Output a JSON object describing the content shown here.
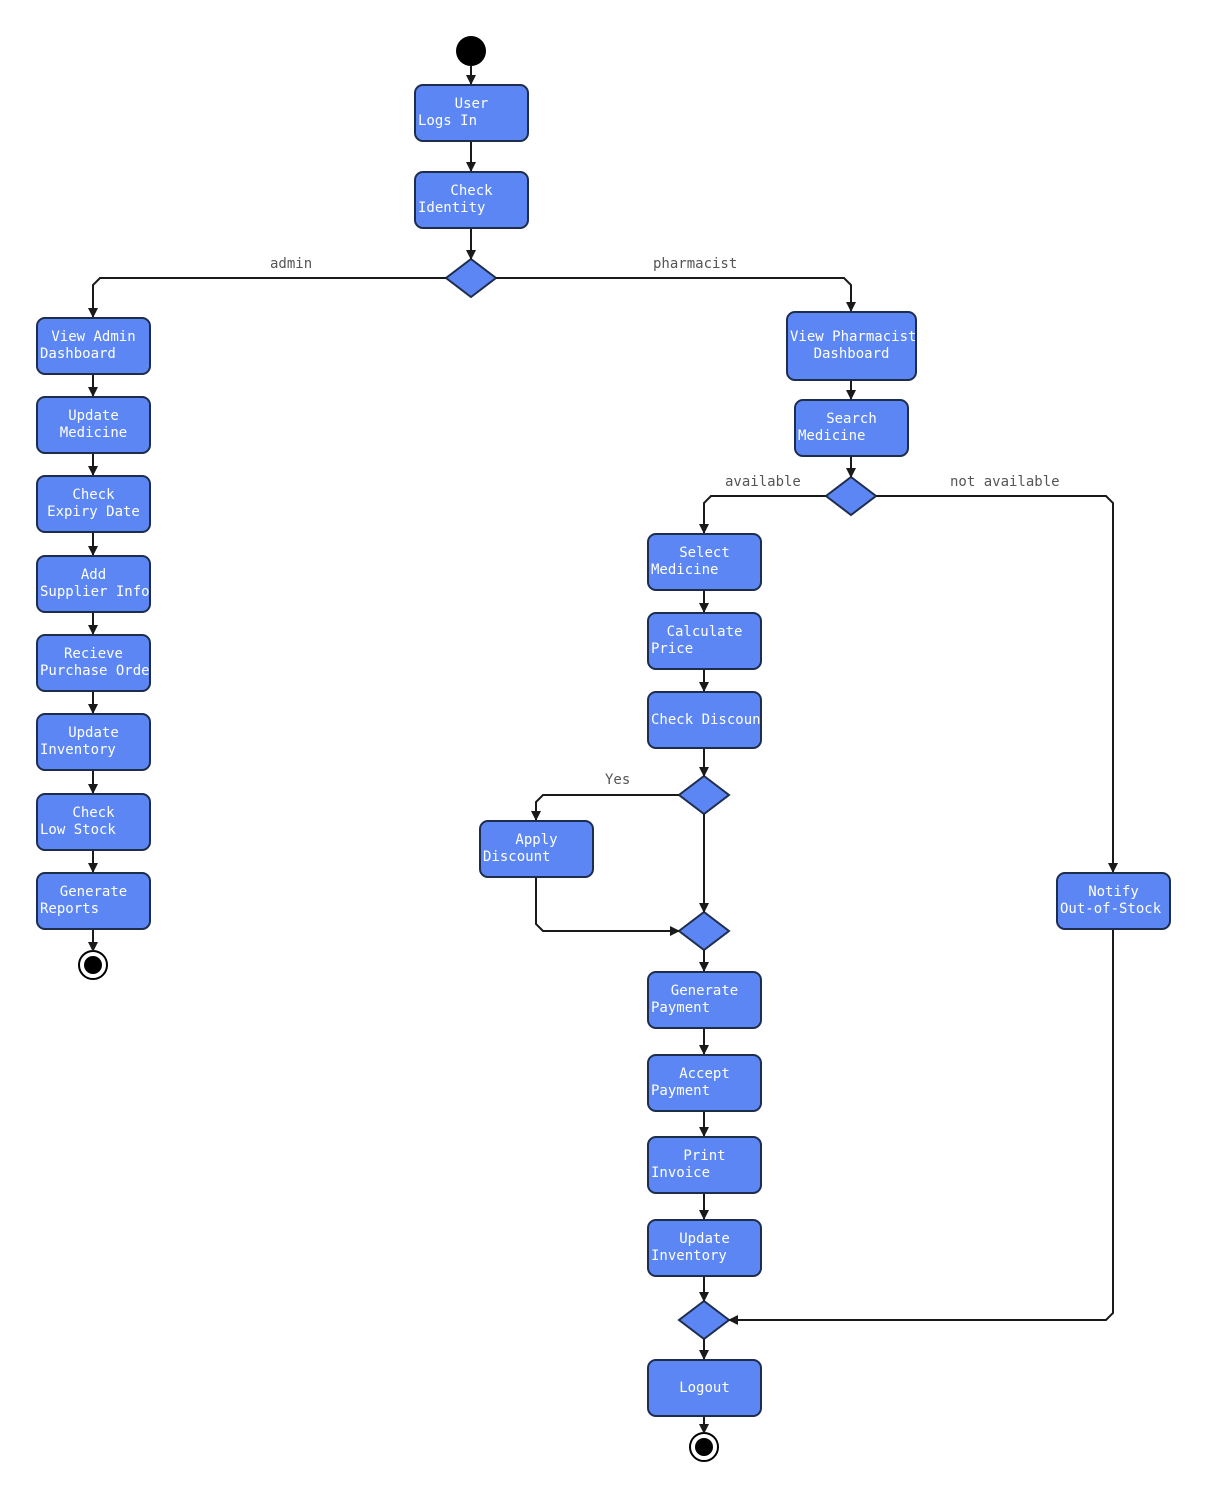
{
  "colors": {
    "node_fill": "#5b86f4",
    "node_border": "#1f2d4d",
    "edge": "#1a1a1a",
    "label": "#555555"
  },
  "nodes": {
    "user_logs_in": [
      "User",
      "Logs In"
    ],
    "check_identity": [
      "Check",
      "Identity"
    ],
    "view_admin_dashboard": [
      "View Admin",
      "Dashboard"
    ],
    "update_medicine": [
      "Update",
      "Medicine"
    ],
    "check_expiry_date": [
      "Check",
      "Expiry Date"
    ],
    "add_supplier_info": [
      "Add",
      "Supplier Info"
    ],
    "recieve_purchase_order": [
      "Recieve",
      "Purchase Order"
    ],
    "update_inventory_admin": [
      "Update",
      "Inventory"
    ],
    "check_low_stock": [
      "Check",
      "Low Stock"
    ],
    "generate_reports": [
      "Generate",
      "Reports"
    ],
    "view_pharmacist_dashboard": [
      "View Pharmacist",
      "Dashboard"
    ],
    "search_medicine": [
      "Search",
      "Medicine"
    ],
    "select_medicine": [
      "Select",
      "Medicine"
    ],
    "calculate_price": [
      "Calculate",
      "Price"
    ],
    "check_discount": [
      "Check Discount"
    ],
    "apply_discount": [
      "Apply",
      "Discount"
    ],
    "generate_payment": [
      "Generate",
      "Payment"
    ],
    "accept_payment": [
      "Accept",
      "Payment"
    ],
    "print_invoice": [
      "Print",
      "Invoice"
    ],
    "update_inventory_pharm": [
      "Update",
      "Inventory"
    ],
    "notify_out_of_stock": [
      "Notify",
      "Out-of-Stock"
    ],
    "logout": [
      "Logout"
    ]
  },
  "edge_labels": {
    "admin": "admin",
    "pharmacist": "pharmacist",
    "available": "available",
    "not_available": "not available",
    "yes": "Yes"
  }
}
